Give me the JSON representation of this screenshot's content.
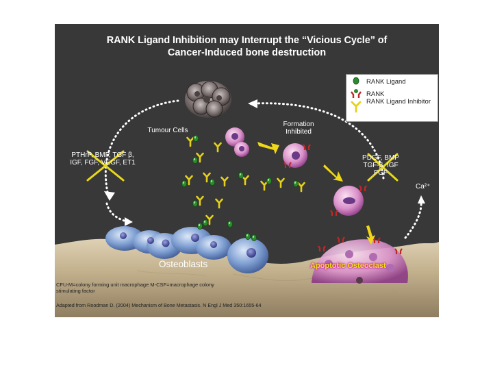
{
  "title": {
    "line1": "RANK Ligand Inhibition may Interrupt the “Vicious Cycle” of",
    "line2": "Cancer-Induced bone destruction"
  },
  "legend": {
    "items": [
      {
        "label": "RANK Ligand",
        "icon": "rank-ligand-icon",
        "color": "#2f8a2f"
      },
      {
        "label": "RANK",
        "icon": "rank-receptor-icon",
        "color": "#c02828"
      },
      {
        "label": "RANK Ligand Inhibitor",
        "icon": "inhibitor-y-icon",
        "color": "#e8d01a"
      }
    ]
  },
  "labels": {
    "tumour_cells": "Tumour Cells",
    "formation_inhibited": "Formation Inhibited",
    "factors_left": "PTHrP, BMP, TGF β, IGF, FGF, VEGF, ET1",
    "factors_right": "PDGF, BMP TGF-β, IGF FGF",
    "calcium": "Ca²⁺",
    "osteoblasts": "Osteoblasts",
    "apoptotic_osteoclast": "Apoptotic Osteoclast"
  },
  "footnotes": {
    "abbreviations": "CFU-M=colony forming unit macrophage M-CSF=macrophage colony stimulating factor",
    "citation": "Adapted from Roodman D. (2004) Mechanism of Bone Metastasis. N Engl J Med 350:1655-64"
  },
  "colors": {
    "background": "#383838",
    "cross": "#e8d81a",
    "arrow": "#f0d818",
    "osteoblast": "#6f93c8",
    "osteoclast": "#d8a0c8",
    "bone": "#c8b89a"
  }
}
